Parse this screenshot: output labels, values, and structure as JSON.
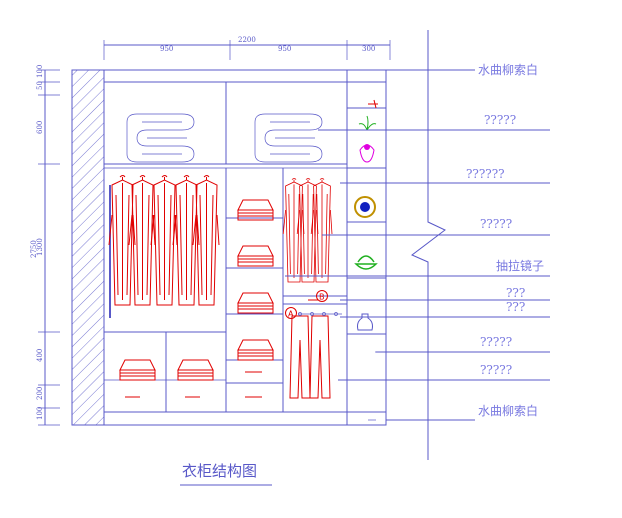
{
  "title": "衣柜结构图",
  "dimensions": {
    "top_total": "2200",
    "top_left": "950",
    "top_mid": "950",
    "top_right": "300",
    "height_total": "2750",
    "h1": "50",
    "h2": "100",
    "h3": "600",
    "h4": "1300",
    "h5": "400",
    "h6": "200",
    "h7": "100"
  },
  "labels": [
    "水曲柳索白",
    "?????",
    "??????",
    "?????",
    "抽拉镜子",
    "???",
    "???",
    "?????",
    "?????",
    "水曲柳索白"
  ],
  "markers": {
    "a": "A",
    "b": "B"
  },
  "colors": {
    "line": "#5858c8",
    "garment": "#e00000",
    "label": "#7878e0",
    "plant": "#20b020",
    "plate": "#1020c0"
  }
}
